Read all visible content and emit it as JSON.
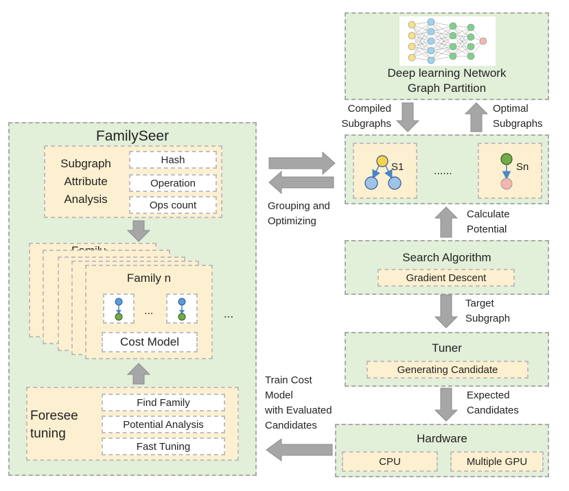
{
  "colors": {
    "panel_green": "#e2efd9",
    "card_yellow": "#fdf0d0",
    "border_gray": "#aaaaaa",
    "arrow_gray": "#a6a6a6",
    "node_yellow": "#f7d24b",
    "node_blue": "#9dc3e6",
    "node_green": "#70ad47",
    "node_pink": "#f4b6b0"
  },
  "network": {
    "title_line1": "Deep learning Network",
    "title_line2": "Graph Partition"
  },
  "arrows": {
    "compiled_line1": "Compiled",
    "compiled_line2": "Subgraphs",
    "optimal_line1": "Optimal",
    "optimal_line2": "Subgraphs",
    "grouping_line1": "Grouping and",
    "grouping_line2": "Optimizing",
    "potential_line1": "Calculate",
    "potential_line2": "Potential",
    "target_line1": "Target",
    "target_line2": "Subgraph",
    "expected_line1": "Expected",
    "expected_line2": "Candidates",
    "train_line1": "Train Cost",
    "train_line2": "Model",
    "train_line3": "with Evaluated",
    "train_line4": "Candidates"
  },
  "subgraphs": {
    "s1": "S1",
    "ellipsis": "......",
    "sn": "Sn"
  },
  "familyseer": {
    "title": "FamilySeer",
    "attr_line1": "Subgraph",
    "attr_line2": "Attribute",
    "attr_line3": "Analysis",
    "attr_items": [
      "Hash",
      "Operation",
      "Ops count"
    ],
    "family_back": "Family",
    "family_n": "Family n",
    "family_dots": "...",
    "side_dots": "...",
    "cost_model": "Cost Model",
    "foresee_line1": "Foresee",
    "foresee_line2": "tuning",
    "foresee_items": [
      "Find Family",
      "Potential Analysis",
      "Fast Tuning"
    ]
  },
  "search": {
    "title": "Search Algorithm",
    "method": "Gradient Descent"
  },
  "tuner": {
    "title": "Tuner",
    "method": "Generating Candidate"
  },
  "hardware": {
    "title": "Hardware",
    "devices": [
      "CPU",
      "Multiple GPU"
    ]
  }
}
